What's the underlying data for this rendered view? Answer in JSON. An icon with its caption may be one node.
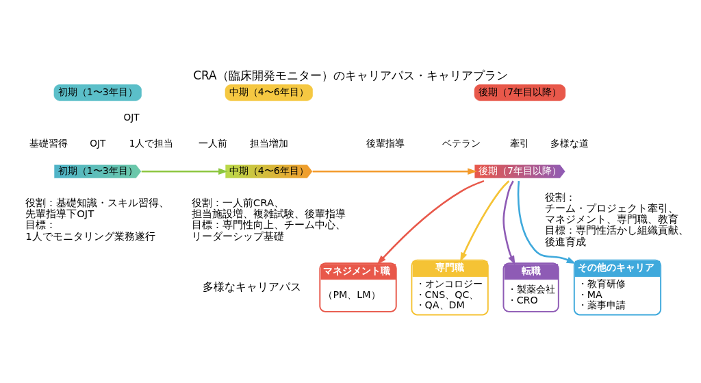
{
  "diagram": {
    "title": "CRA（臨床開発モニター）のキャリアパス・キャリアプラン",
    "nodes": [
      {
        "text": [
          "初期（1〜3年目）"
        ]
      },
      {
        "text": [
          "初期（1〜3年目）"
        ],
        "beside": [
          "役割：基礎知識・スキル習得、先輩指導下OJT",
          "目標：1人でモニタリング業務遂行"
        ]
      },
      {
        "text": [
          "中期（4〜6年目）"
        ]
      },
      {
        "text": [
          "中期（4〜6年目）"
        ],
        "beside": [
          "役割：一人前CRA、担当施設増、複雑試験、後輩指導",
          "目標：専門性向上、チーム中心、リーダーシップ基礎"
        ]
      },
      {
        "text": [
          "後期（7年目以降）"
        ]
      },
      {
        "text": [
          "後期（7年目以降）"
        ],
        "beside": [
          "役割：チーム・プロジェクト牽引、マネジメント、専門職、教育",
          "目標：専門性活かし組織貢献、後進育成"
        ]
      },
      {
        "text": [
          "マネジメント職",
          "（PM、LM）"
        ]
      },
      {
        "text": [
          "専門職",
          "・オンコロジー",
          "・CNS、QC、",
          "・QA、DM"
        ]
      },
      {
        "text": [
          "その他のキャリア",
          "・教育研修",
          "・MA",
          "・薬事申請"
        ]
      },
      {
        "text": [
          "転職",
          "・製薬会社",
          "・CRO"
        ]
      }
    ],
    "edges": [
      {
        "from": 1,
        "to": 3,
        "arrow": "to",
        "color": "#8cc63f"
      },
      {
        "from": 3,
        "to": 5,
        "arrow": "to",
        "color": "#f39a2b"
      },
      {
        "from": 5,
        "to": 6,
        "arrow": "to",
        "color": "#e8584a"
      },
      {
        "from": 5,
        "to": 7,
        "arrow": "to",
        "color": "#f5c335"
      },
      {
        "from": 5,
        "to": 8,
        "arrow": "to",
        "color": "#3fa9dc"
      },
      {
        "from": 5,
        "to": 9,
        "arrow": "to",
        "color": "#8e5bb5"
      }
    ],
    "labels": [
      "OJT",
      "基礎習得",
      "OJT",
      "1人で担当",
      "一人前",
      "担当増加",
      "後輩指導",
      "ベテラン",
      "牽引",
      "多様な道",
      "多様なキャリアパス"
    ]
  }
}
